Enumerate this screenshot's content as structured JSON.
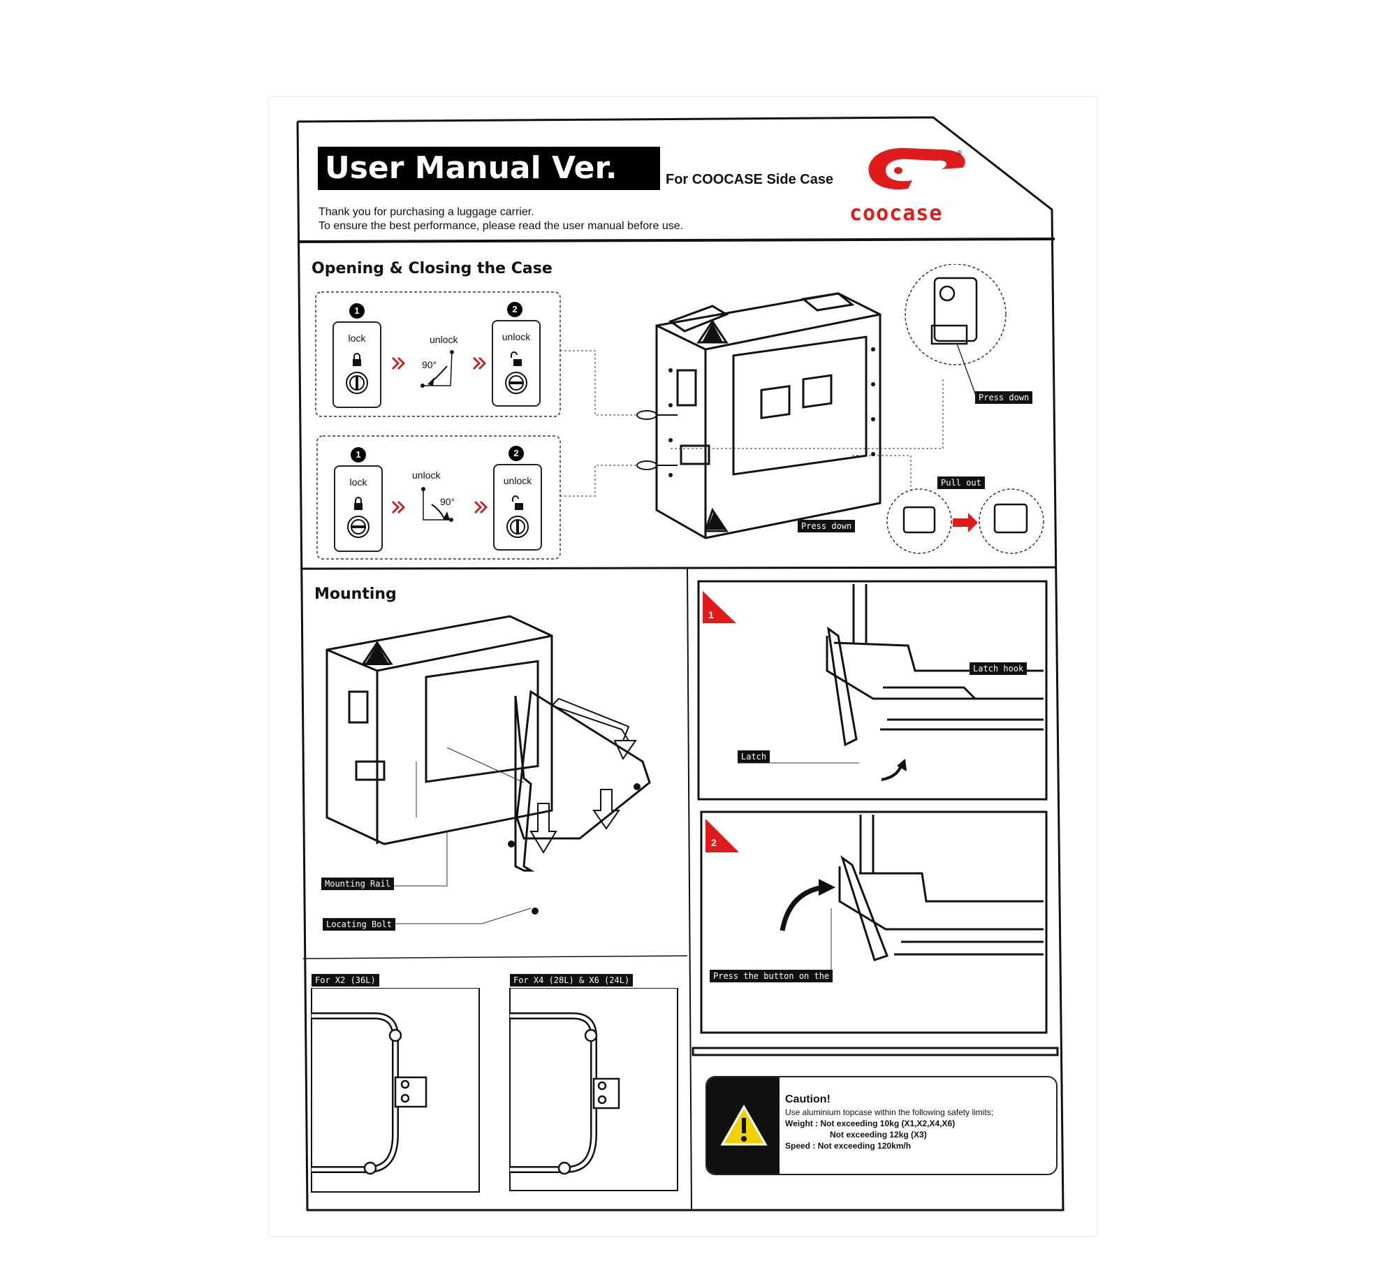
{
  "header": {
    "title_main": "User Manual Ver. ",
    "title_version": "2.0",
    "subtitle": "For COOCASE Side Case",
    "intro_line1": "Thank you for purchasing a luggage carrier.",
    "intro_line2": "To ensure the best performance, please read the user manual before use.",
    "brand_name": "coocase",
    "brand_mark": "®"
  },
  "opening": {
    "heading": "Opening & Closing the Case",
    "panel1": {
      "step1": "1",
      "step2": "2",
      "lock": "lock",
      "middle": "unlock",
      "angle": "90°",
      "unlock": "unlock"
    },
    "panel2": {
      "step1": "1",
      "step2": "2",
      "lock": "lock",
      "middle": "unlock",
      "angle": "90°",
      "unlock": "unlock"
    },
    "press_down_top": "Press down",
    "press_down_bottom": "Press down",
    "pull_out": "Pull out"
  },
  "mounting": {
    "heading": "Mounting",
    "mounting_rail": "Mounting Rail",
    "locating_bolt": "Locating Bolt",
    "for_x2": "For X2 (36L)",
    "for_x4x6": "For X4 (28L) & X6 (24L)"
  },
  "steps": {
    "step1_num": "1",
    "step1_latch_hook": "Latch hook",
    "step1_latch": "Latch",
    "step2_num": "2",
    "step2_press": "Press the button on the"
  },
  "caution": {
    "title": "Caution!",
    "line1": "Use aluminium topcase within the following safety limits;",
    "weight_label": "Weight :",
    "weight_1": "Not exceeding 10kg (X1,X2,X4,X6)",
    "weight_2": "Not exceeding 12kg (X3)",
    "speed_label": "Speed  :",
    "speed_1": "Not exceeding 120km/h"
  },
  "colors": {
    "brand_red": "#e01b1b",
    "ink": "#111111",
    "arrow_red": "#c0262c"
  }
}
